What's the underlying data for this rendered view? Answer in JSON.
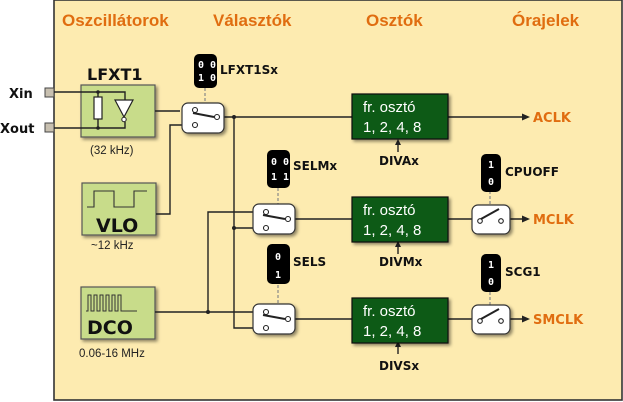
{
  "headers": {
    "oscillators": "Oszcillátorok",
    "selectors": "Választók",
    "dividers": "Osztók",
    "clocks": "Órajelek"
  },
  "pins": {
    "xin": "Xin",
    "xout": "Xout"
  },
  "oscillators": {
    "lfxt1": {
      "title": "LFXT1",
      "freq": "(32 kHz)"
    },
    "vlo": {
      "title": "VLO",
      "freq": "~12 kHz"
    },
    "dco": {
      "title": "DCO",
      "freq": "0.06-16 MHz"
    }
  },
  "selectors": {
    "lfxt1sx": {
      "label": "LFXT1Sx",
      "bits_row1": "0 0",
      "bits_row2": "1 0"
    },
    "selmx": {
      "label": "SELMx",
      "bits_row1": "0 0",
      "bits_row2": "1 1"
    },
    "sels": {
      "label": "SELS",
      "bits_row1": "0",
      "bits_row2": "1"
    }
  },
  "dividers": {
    "line1": "fr. osztó",
    "line2": "1, 2, 4, 8",
    "aclk_ctl": "DIVAx",
    "mclk_ctl": "DIVMx",
    "smclk_ctl": "DIVSx"
  },
  "gates": {
    "cpuoff": {
      "label": "CPUOFF",
      "bit1": "1",
      "bit2": "0"
    },
    "scg1": {
      "label": "SCG1",
      "bit1": "1",
      "bit2": "0"
    }
  },
  "outputs": {
    "aclk": "ACLK",
    "mclk": "MCLK",
    "smclk": "SMCLK"
  },
  "colors": {
    "background": "#fdebb0",
    "header_orange": "#e06d10",
    "osc_green": "#c8dc8a",
    "divider_green": "#0b5a14"
  }
}
